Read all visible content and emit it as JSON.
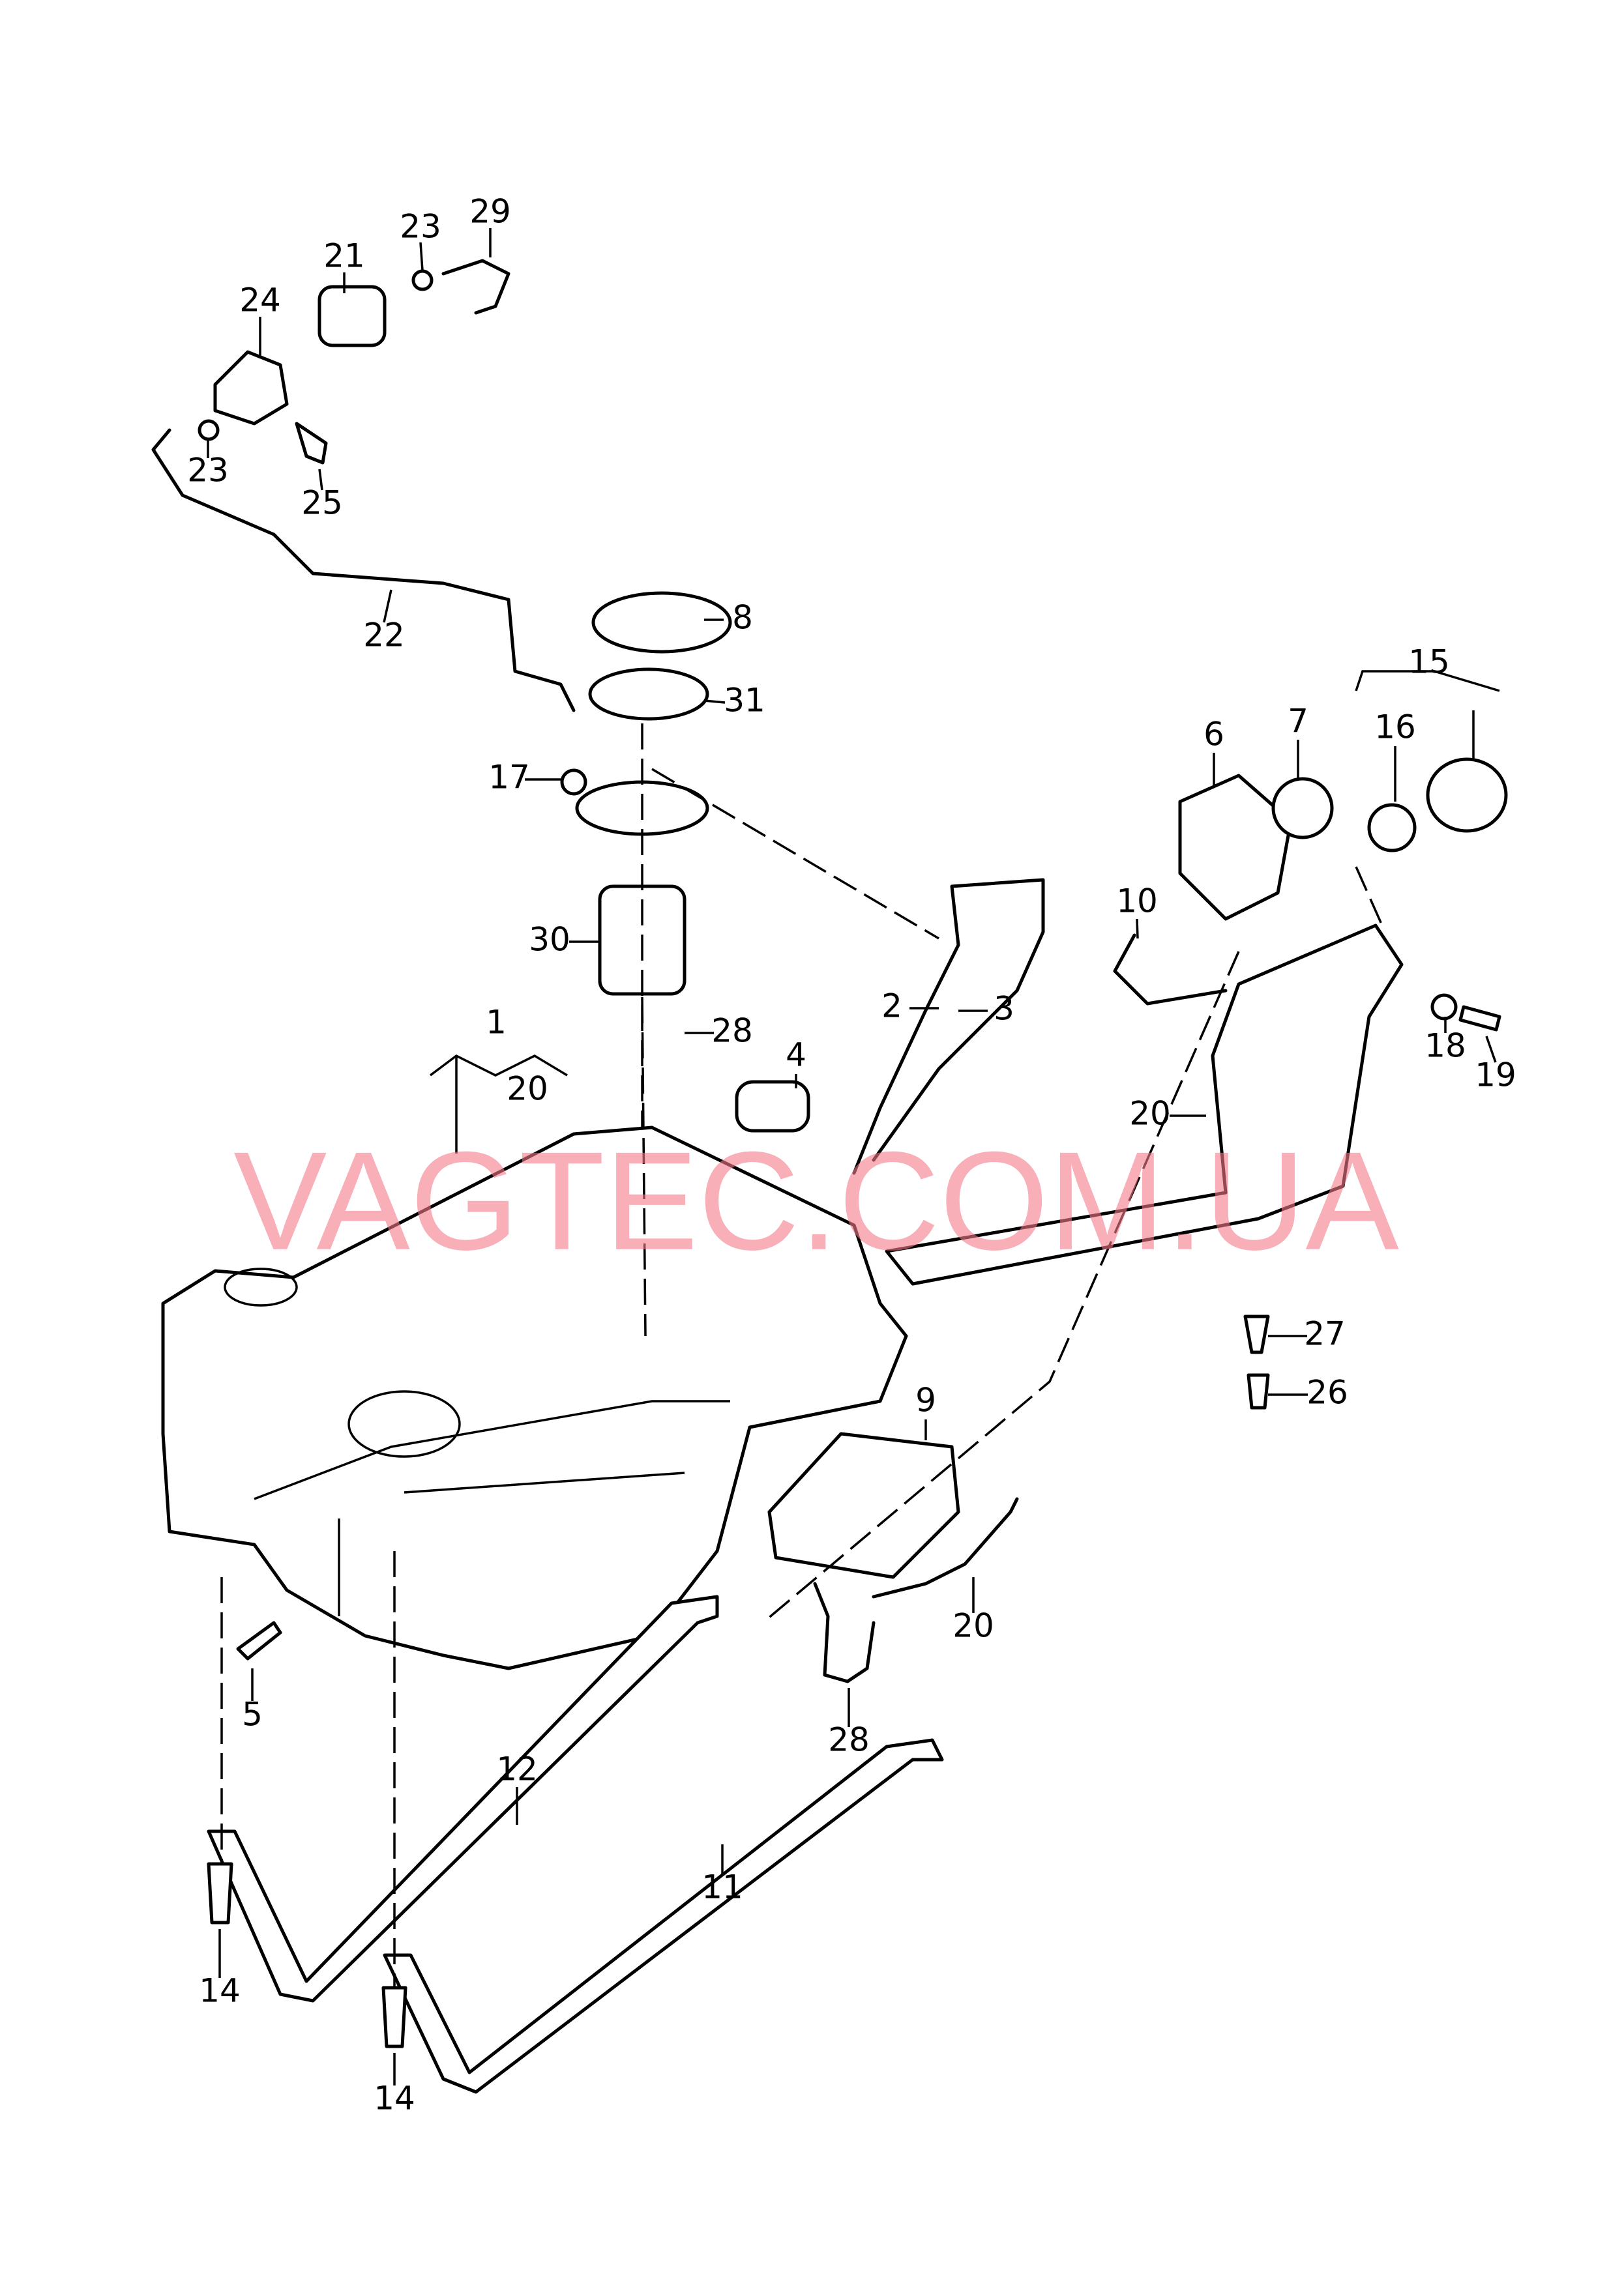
{
  "diagram": {
    "watermark": "VAGTEC.COM.UA",
    "watermark_color": "#f47a88",
    "labels": [
      {
        "id": "p29",
        "text": "29"
      },
      {
        "id": "p23a",
        "text": "23"
      },
      {
        "id": "p21",
        "text": "21"
      },
      {
        "id": "p24",
        "text": "24"
      },
      {
        "id": "p23b",
        "text": "23"
      },
      {
        "id": "p25",
        "text": "25"
      },
      {
        "id": "p22",
        "text": "22"
      },
      {
        "id": "p8",
        "text": "8"
      },
      {
        "id": "p31",
        "text": "31"
      },
      {
        "id": "p17",
        "text": "17"
      },
      {
        "id": "p15",
        "text": "15"
      },
      {
        "id": "p16",
        "text": "16"
      },
      {
        "id": "p6",
        "text": "6"
      },
      {
        "id": "p7",
        "text": "7"
      },
      {
        "id": "p10",
        "text": "10"
      },
      {
        "id": "p30",
        "text": "30"
      },
      {
        "id": "p28a",
        "text": "28"
      },
      {
        "id": "p2",
        "text": "2"
      },
      {
        "id": "p3",
        "text": "3"
      },
      {
        "id": "p4",
        "text": "4"
      },
      {
        "id": "p1",
        "text": "1"
      },
      {
        "id": "p20a",
        "text": "20"
      },
      {
        "id": "p18",
        "text": "18"
      },
      {
        "id": "p19",
        "text": "19"
      },
      {
        "id": "p20b",
        "text": "20"
      },
      {
        "id": "p27",
        "text": "27"
      },
      {
        "id": "p26",
        "text": "26"
      },
      {
        "id": "p9",
        "text": "9"
      },
      {
        "id": "p20c",
        "text": "20"
      },
      {
        "id": "p28b",
        "text": "28"
      },
      {
        "id": "p5",
        "text": "5"
      },
      {
        "id": "p12",
        "text": "12"
      },
      {
        "id": "p11",
        "text": "11"
      },
      {
        "id": "p14a",
        "text": "14"
      },
      {
        "id": "p14b",
        "text": "14"
      }
    ]
  }
}
